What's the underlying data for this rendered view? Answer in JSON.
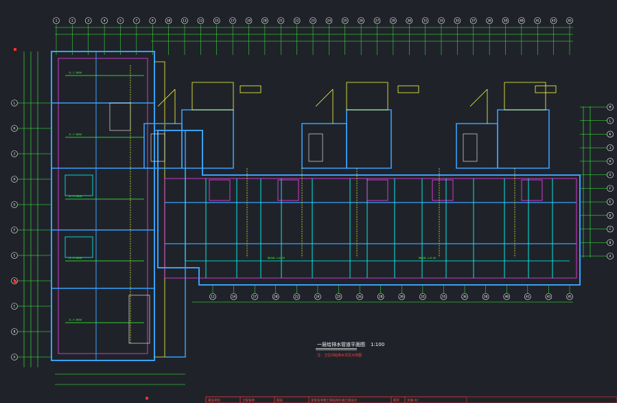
{
  "drawing": {
    "title": "一层给排水管道平面图",
    "scale": "1:100",
    "subtitle_note": "注：卫生间给排水详见大样图"
  },
  "colors": {
    "background": "#1f2329",
    "wall": "#3aa0ff",
    "wall_inner": "#ff40ff",
    "dimension": "#3cff3c",
    "axis_bubble": "#ffffff",
    "outline": "#ffff40",
    "pipe_cold": "#00ffff",
    "pipe_drain": "#3cff3c",
    "text": "#ffffff",
    "red": "#ff3030"
  },
  "axes": {
    "top": [
      "1",
      "2",
      "3",
      "4",
      "5",
      "7",
      "9",
      "10",
      "11",
      "13",
      "15",
      "17",
      "19",
      "20",
      "21",
      "22",
      "23",
      "24",
      "25",
      "26",
      "27",
      "29",
      "30",
      "31",
      "33",
      "35",
      "37",
      "38",
      "39",
      "40",
      "41",
      "43",
      "45"
    ],
    "bottom": [
      "12",
      "14",
      "17",
      "20",
      "22",
      "24",
      "25",
      "26",
      "28",
      "30",
      "33",
      "35",
      "36",
      "38",
      "40",
      "41",
      "43",
      "45"
    ],
    "right": [
      "M",
      "L",
      "K",
      "J",
      "H",
      "G",
      "F",
      "E",
      "D",
      "C",
      "B",
      "A"
    ],
    "left": [
      "L",
      "K",
      "J",
      "H",
      "G",
      "F",
      "E",
      "D",
      "C",
      "B",
      "A"
    ]
  },
  "title_block": {
    "cells": [
      "建设单位",
      "工程名称",
      "图名",
      "某某住宅楼工程给排水施工图设计",
      "图号",
      "水施-02"
    ]
  }
}
